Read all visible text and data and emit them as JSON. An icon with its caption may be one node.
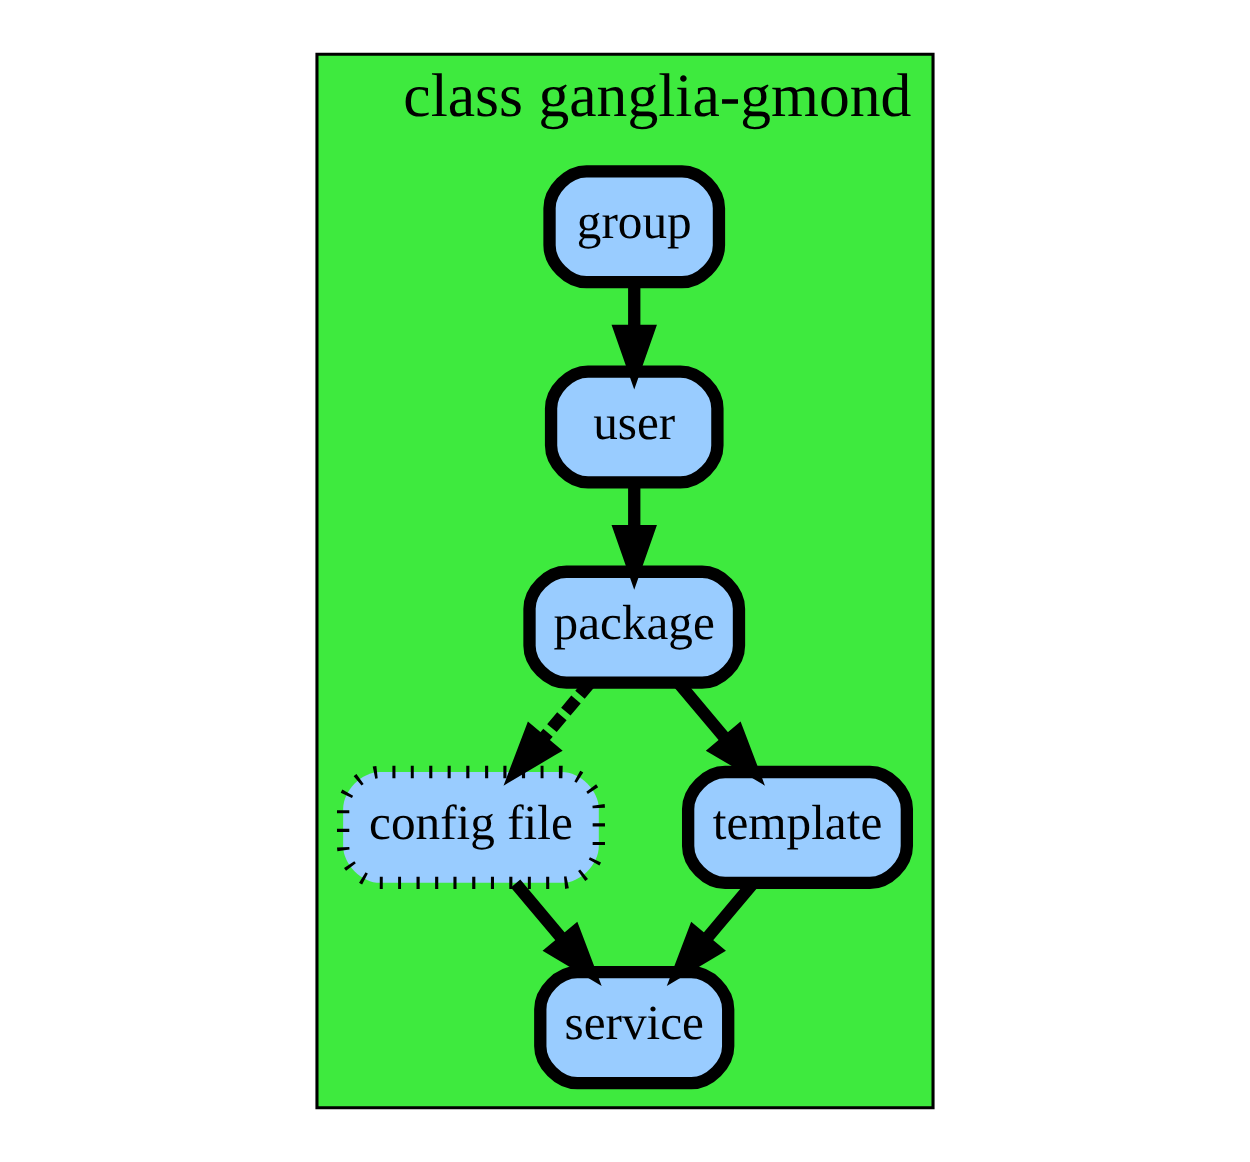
{
  "diagram": {
    "nodes": [
      {
        "text": [
          "class ganglia-gmond"
        ]
      },
      {
        "text": [
          "group"
        ],
        "in": 0
      },
      {
        "text": [
          "user"
        ],
        "in": 0
      },
      {
        "text": [
          "package"
        ],
        "in": 0
      },
      {
        "text": [
          "config file"
        ],
        "in": 0
      },
      {
        "text": [
          "template"
        ],
        "in": 0
      },
      {
        "text": [
          "service"
        ],
        "in": 0
      }
    ],
    "edges": [
      {
        "from": 1,
        "to": 2,
        "arrow": "to"
      },
      {
        "from": 2,
        "to": 3,
        "arrow": "to"
      },
      {
        "from": 3,
        "to": 4,
        "arrow": "to",
        "style": "dashed"
      },
      {
        "from": 3,
        "to": 5,
        "arrow": "to"
      },
      {
        "from": 4,
        "to": 6,
        "arrow": "to"
      },
      {
        "from": 5,
        "to": 6,
        "arrow": "to"
      }
    ]
  }
}
